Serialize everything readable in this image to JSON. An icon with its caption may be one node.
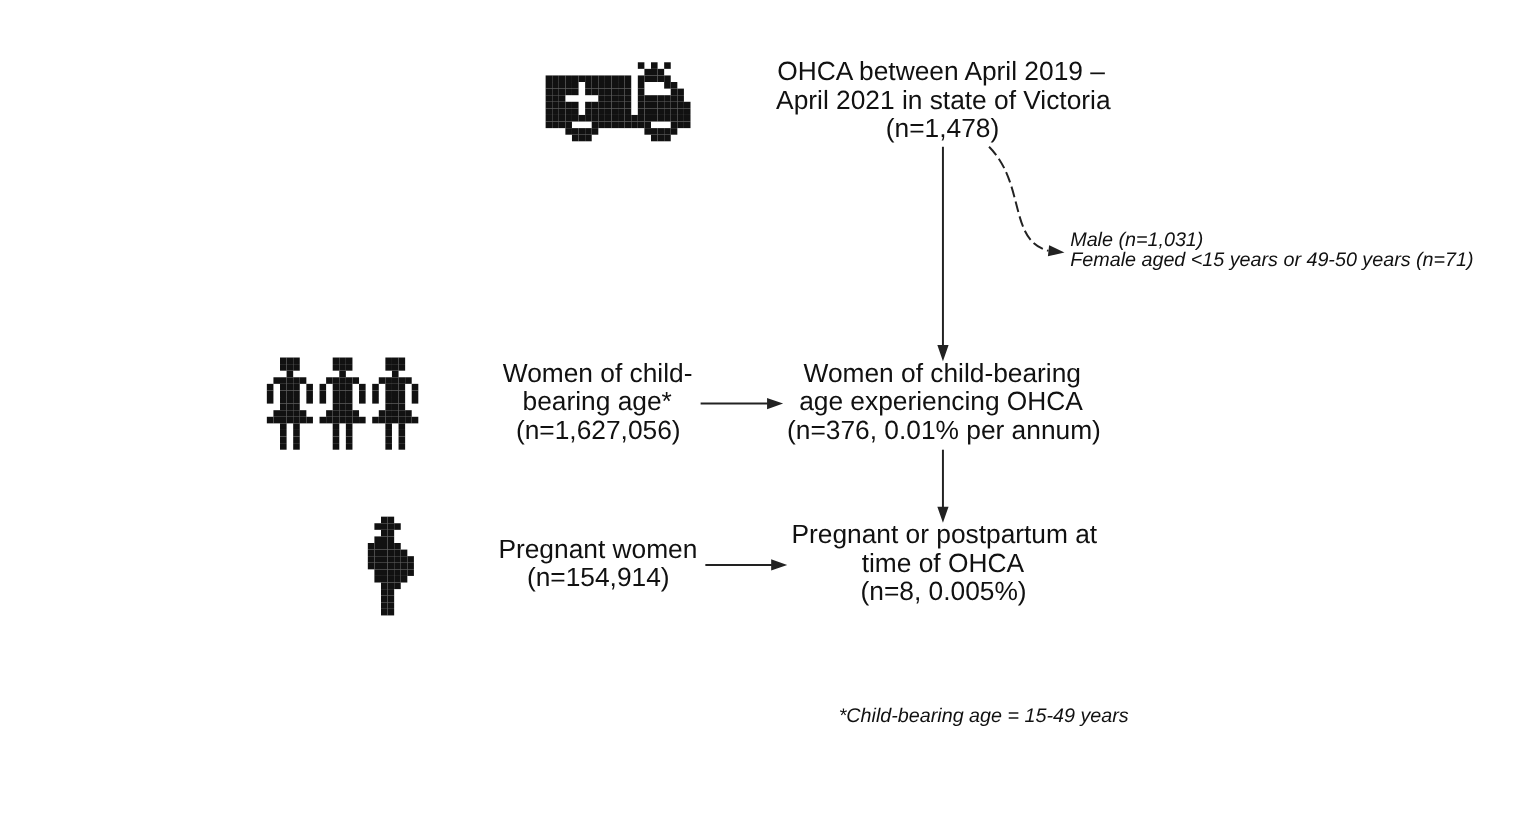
{
  "diagram": {
    "nodes": [
      {
        "text": [],
        "shape": "picture"
      },
      {
        "text": [
          "OHCA between April 2019 – April 2021 in state of Victoria",
          "(n=1,478)"
        ]
      },
      {
        "text": [
          "Male (n=1,031)",
          "Female aged <15 years or 49-50 years (n=71)"
        ]
      },
      {
        "text": [],
        "shape": "person"
      },
      {
        "text": [
          "Women of child-bearing age*",
          "(n=1,627,056)"
        ]
      },
      {
        "text": [
          "Women of child-bearing age experiencing OHCA",
          "(n=376, 0.01% per annum)"
        ]
      },
      {
        "text": [],
        "shape": "person"
      },
      {
        "text": [
          "Pregnant women",
          "(n=154,914)"
        ]
      },
      {
        "text": [
          "Pregnant or postpartum at time of OHCA",
          "(n=8, 0.005%)"
        ]
      }
    ],
    "edges": [
      {
        "from": 1,
        "to": 5,
        "arrow": "to"
      },
      {
        "from": 1,
        "to": 2,
        "arrow": "to",
        "style": "dashed"
      },
      {
        "from": 4,
        "to": 5,
        "arrow": "to"
      },
      {
        "from": 5,
        "to": 8,
        "arrow": "to"
      },
      {
        "from": 7,
        "to": 8,
        "arrow": "to"
      }
    ],
    "labels": [
      "*Child-bearing age = 15-49 years"
    ]
  }
}
